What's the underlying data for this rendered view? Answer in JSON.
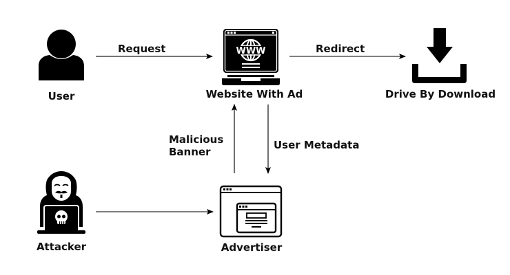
{
  "diagram": {
    "title": "Malvertising Drive-By Download Flow",
    "colors": {
      "ink": "#000000",
      "background": "#ffffff",
      "arrow": "#222222"
    },
    "nodes": [
      {
        "id": "user",
        "label": "User",
        "icon": "user-icon"
      },
      {
        "id": "website",
        "label": "Website With Ad",
        "icon": "website-laptop-icon"
      },
      {
        "id": "download",
        "label": "Drive By Download",
        "icon": "download-icon"
      },
      {
        "id": "attacker",
        "label": "Attacker",
        "icon": "hacker-icon"
      },
      {
        "id": "advertiser",
        "label": "Advertiser",
        "icon": "browser-window-icon"
      }
    ],
    "edges": [
      {
        "from": "user",
        "to": "website",
        "label": "Request"
      },
      {
        "from": "website",
        "to": "download",
        "label": "Redirect"
      },
      {
        "from": "advertiser",
        "to": "website",
        "label": "Malicious Banner",
        "label_lines": [
          "Malicious",
          "Banner"
        ]
      },
      {
        "from": "website",
        "to": "advertiser",
        "label": "User Metadata"
      },
      {
        "from": "attacker",
        "to": "advertiser",
        "label": ""
      }
    ],
    "www_text": "WWW"
  }
}
